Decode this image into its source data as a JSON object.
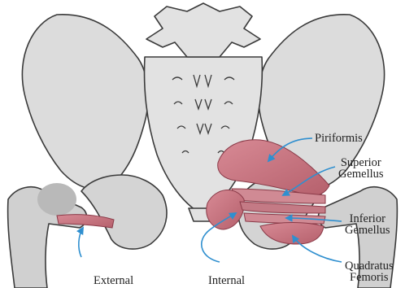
{
  "labels": {
    "piriformis": "Piriformis",
    "superior_gemellus": [
      "Superior",
      "Gemellus"
    ],
    "inferior_gemellus": [
      "Inferior",
      "Gemellus"
    ],
    "quadratus_femoris": [
      "Quadratus",
      "Femoris"
    ],
    "external": "External",
    "internal": "Internal"
  },
  "colors": {
    "bone": "#d9d9d9",
    "bone_outline": "#3a3a3a",
    "muscle": "#c97a85",
    "muscle_dark": "#a84e5c",
    "leader": "#2f8fcf"
  }
}
